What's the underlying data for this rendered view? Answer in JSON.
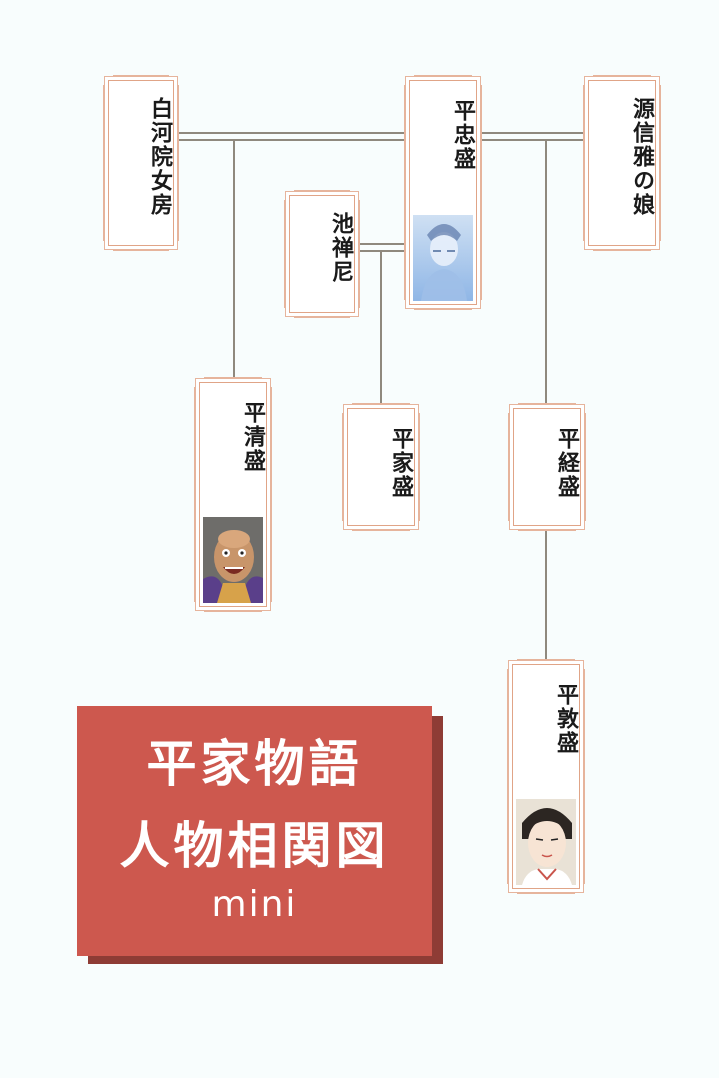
{
  "persons": {
    "shirakawa_nyobo": "白河院女房",
    "tadamori": "平忠盛",
    "minamoto_musume": "源信雅の娘",
    "ike_no_zenni": "池禅尼",
    "kiyomori": "平清盛",
    "iemori": "平家盛",
    "tsunemori": "平経盛",
    "atsumori": "平敦盛"
  },
  "title": {
    "line1": "平家物語",
    "line2": "人物相関図",
    "line3": "mini"
  },
  "colors": {
    "background": "#f8fdfd",
    "card_border": "#e0a487",
    "connector": "#8f897e",
    "title_bg": "#cd584e",
    "title_shadow": "#8e3c35"
  }
}
